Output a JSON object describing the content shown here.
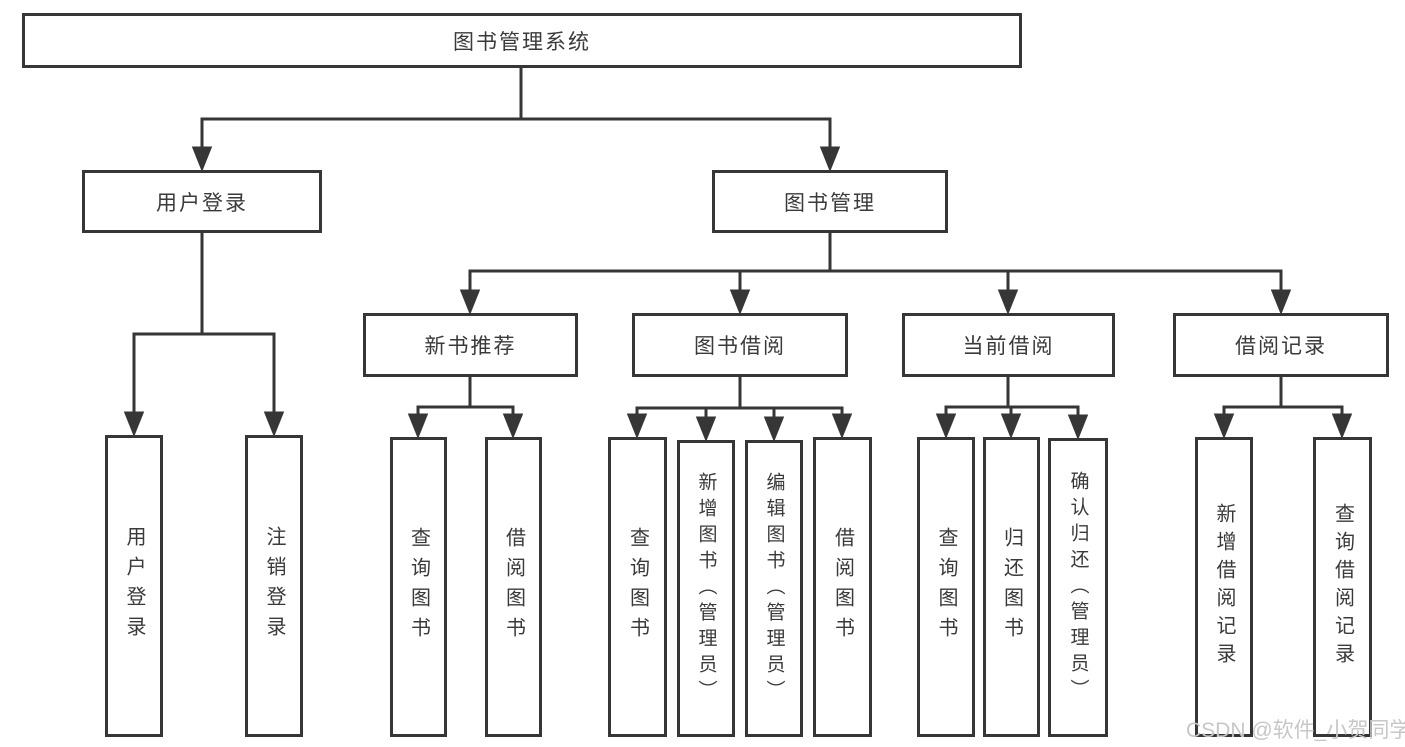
{
  "tree": {
    "label": "图书管理系统",
    "children": [
      {
        "label": "用户登录",
        "children": [
          {
            "label": "用户登录"
          },
          {
            "label": "注销登录"
          }
        ]
      },
      {
        "label": "图书管理",
        "children": [
          {
            "label": "新书推荐",
            "children": [
              {
                "label": "查询图书"
              },
              {
                "label": "借阅图书"
              }
            ]
          },
          {
            "label": "图书借阅",
            "children": [
              {
                "label": "查询图书"
              },
              {
                "label": "新增图书（管理员）"
              },
              {
                "label": "编辑图书（管理员）"
              },
              {
                "label": "借阅图书"
              }
            ]
          },
          {
            "label": "当前借阅",
            "children": [
              {
                "label": "查询图书"
              },
              {
                "label": "归还图书"
              },
              {
                "label": "确认归还（管理员）"
              }
            ]
          },
          {
            "label": "借阅记录",
            "children": [
              {
                "label": "新增借阅记录"
              },
              {
                "label": "查询借阅记录"
              }
            ]
          }
        ]
      }
    ]
  },
  "watermark": {
    "text": "CSDN @软件_小贺同学"
  },
  "colors": {
    "line": "#363636",
    "text": "#3a3a3a",
    "watermark": "#c7c7c7",
    "background": "#ffffff"
  }
}
